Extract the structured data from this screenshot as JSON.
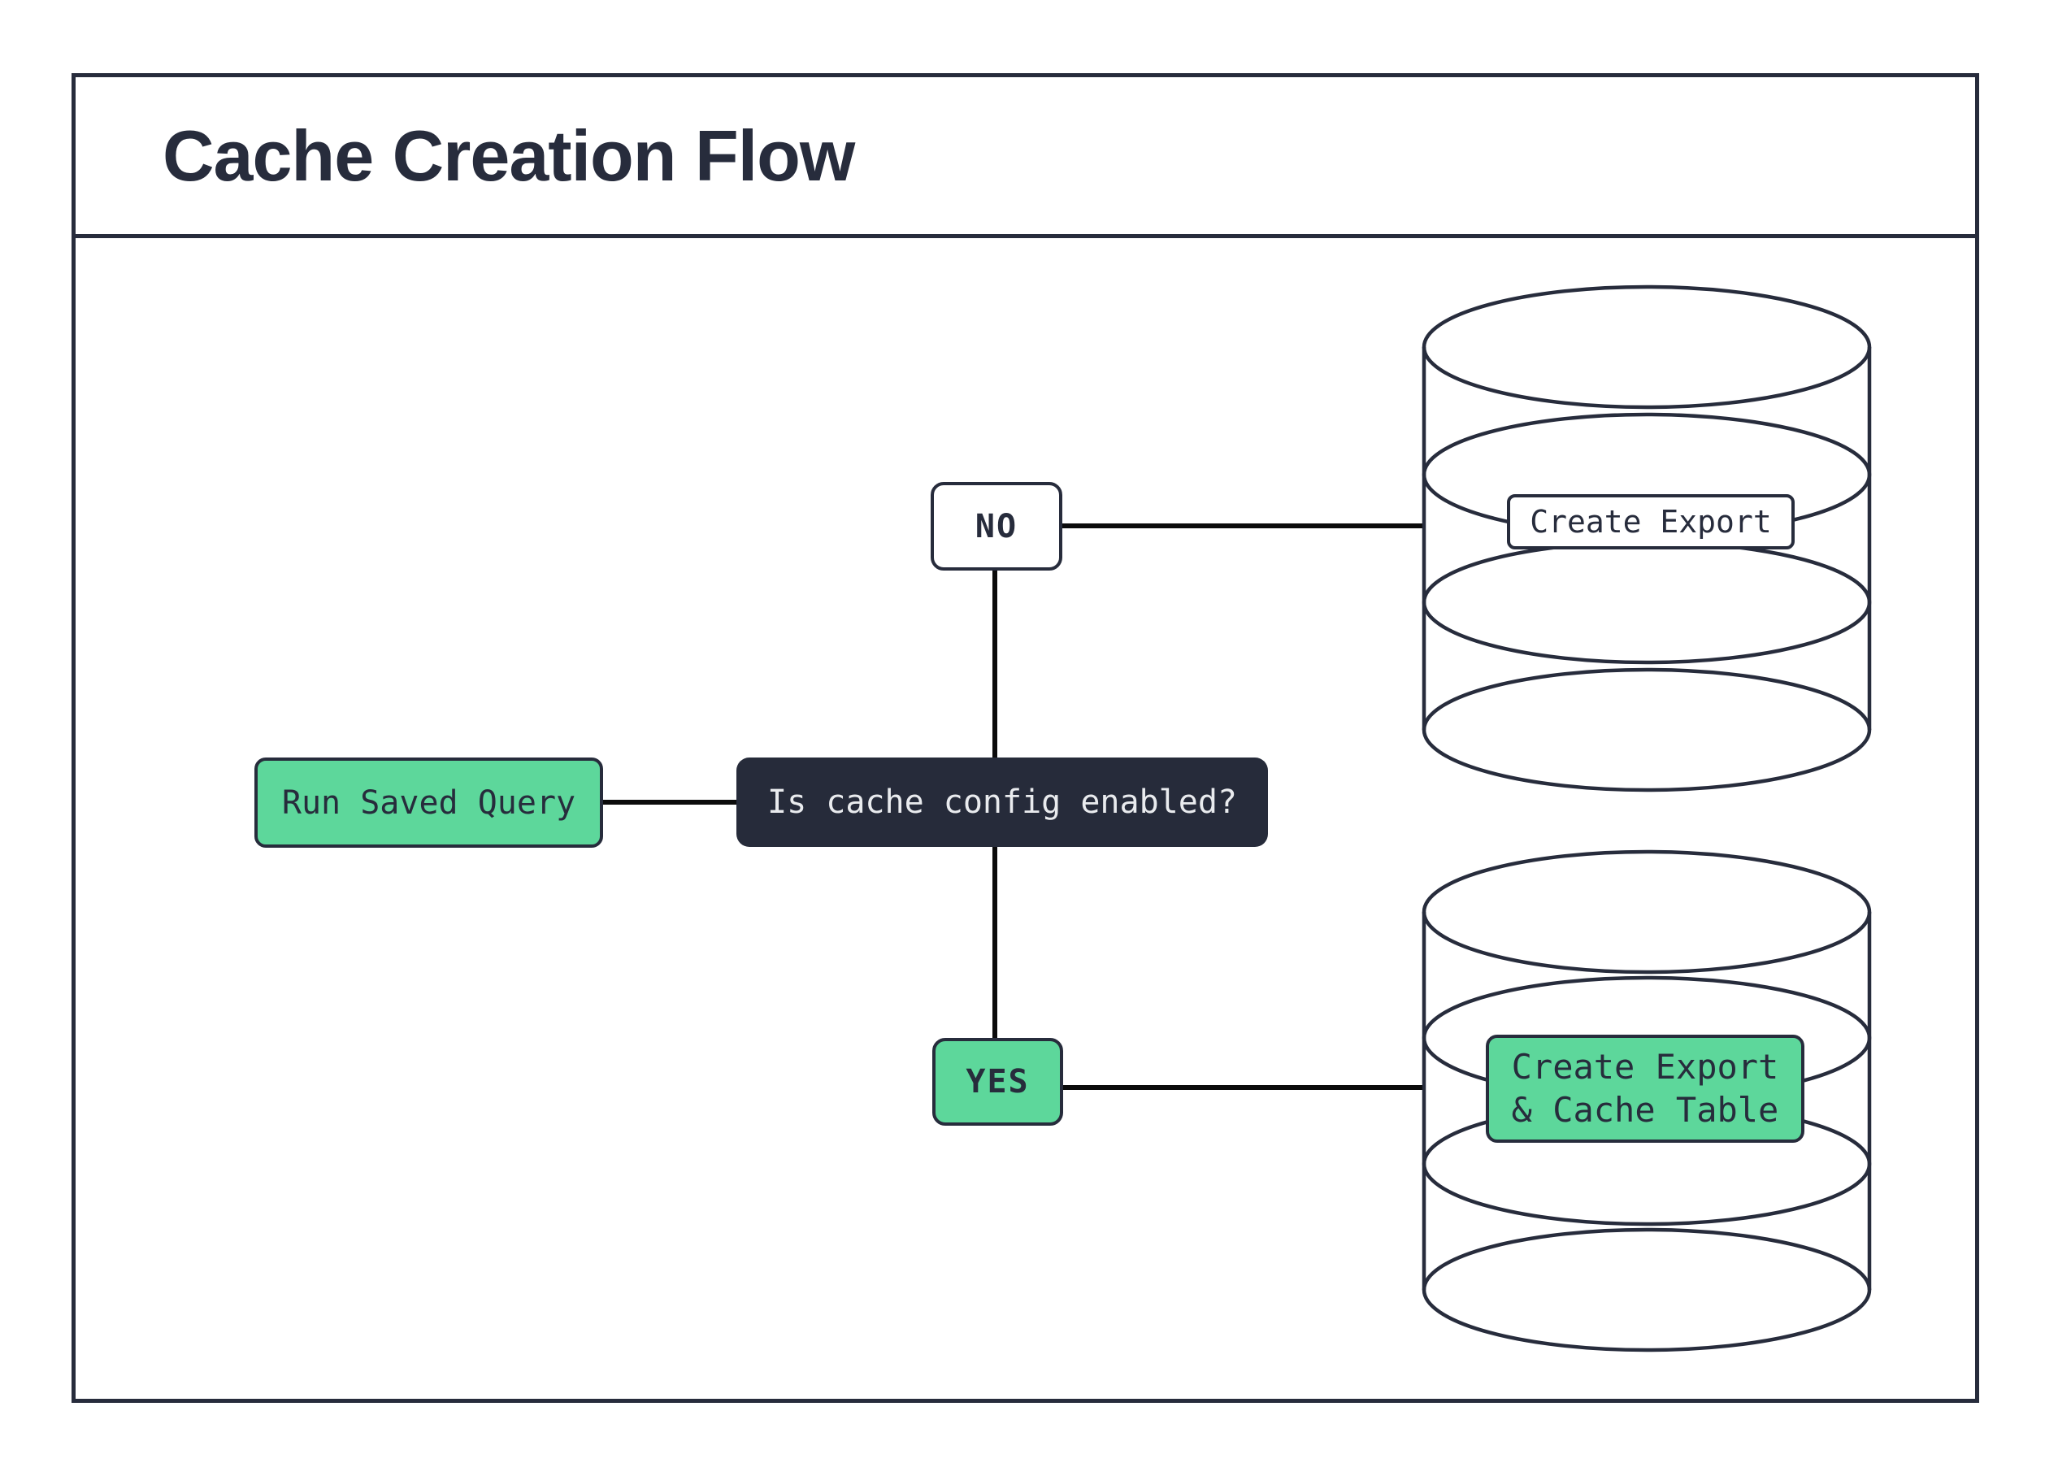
{
  "title": "Cache Creation Flow",
  "colors": {
    "ink": "#272c3c",
    "green": "#5dd79b",
    "line": "#0b0b0b",
    "dark": "#262b3a",
    "paper": "#ffffff",
    "light": "#e9ebee"
  },
  "nodes": {
    "start": {
      "label": "Run Saved Query"
    },
    "decision": {
      "label": "Is cache config enabled?"
    },
    "no": {
      "label": "NO"
    },
    "yes": {
      "label": "YES"
    },
    "export_tag": {
      "label": "Create Export"
    },
    "export_cache_tag": {
      "line1": "Create Export",
      "line2": "& Cache Table"
    }
  }
}
